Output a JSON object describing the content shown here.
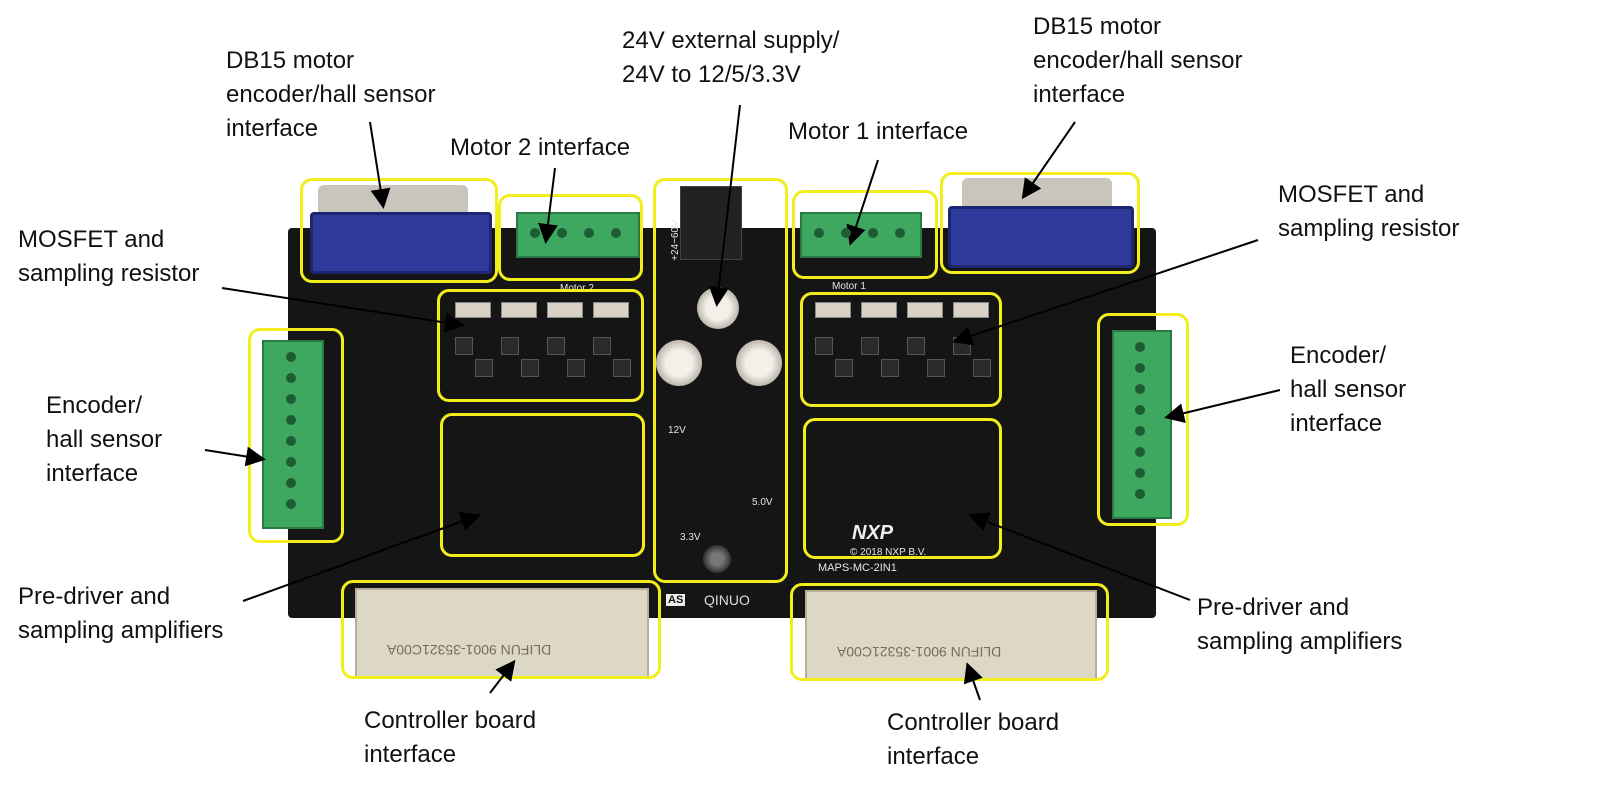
{
  "labels": {
    "db15_left": [
      "DB15 motor",
      "encoder/hall sensor",
      "interface"
    ],
    "motor2": [
      "Motor 2 interface"
    ],
    "power": [
      "24V external supply/",
      "24V to 12/5/3.3V"
    ],
    "motor1": [
      "Motor 1 interface"
    ],
    "db15_right": [
      "DB15 motor",
      "encoder/hall sensor",
      "interface"
    ],
    "mosfet_left": [
      "MOSFET and",
      "sampling resistor"
    ],
    "mosfet_right": [
      "MOSFET and",
      "sampling resistor"
    ],
    "encoder_left": [
      "Encoder/",
      "hall sensor",
      "interface"
    ],
    "encoder_right": [
      "Encoder/",
      "hall sensor",
      "interface"
    ],
    "predriver_left": [
      "Pre-driver and",
      "sampling amplifiers"
    ],
    "predriver_right": [
      "Pre-driver and",
      "sampling amplifiers"
    ],
    "controller_left": [
      "Controller board",
      "interface"
    ],
    "controller_right": [
      "Controller board",
      "interface"
    ]
  },
  "board": {
    "silk_motor2": "Motor 2",
    "silk_motor1": "Motor 1",
    "brand": "NXP",
    "copyright": "© 2018 NXP B.V.",
    "model": "MAPS-MC-2IN1",
    "maker": "QINUO",
    "maker_logo": "AS",
    "connector_text": "DLIFUN 9001-35321C00A",
    "v12": "12V",
    "v5": "5.0V",
    "v33": "3.3V",
    "supply": "+24~60V"
  },
  "colors": {
    "highlight": "#f2ee1c",
    "board": "#151515",
    "terminal": "#3fa860",
    "db15": "#2d3a9a"
  }
}
